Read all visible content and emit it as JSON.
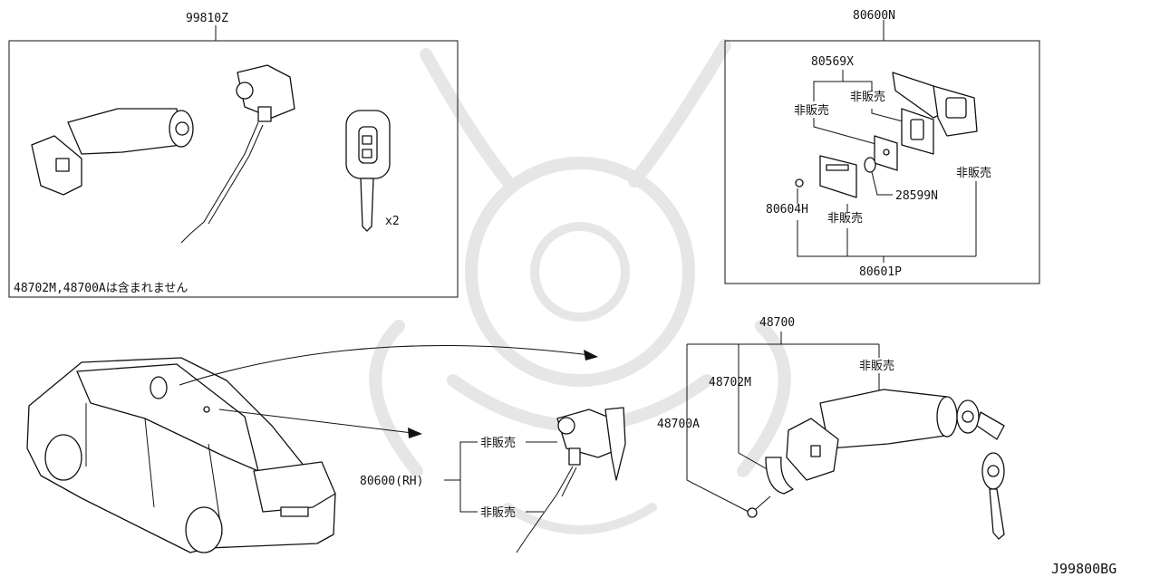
{
  "colors": {
    "ink": "#111111",
    "watermark": "#e6e6e6",
    "background": "#ffffff"
  },
  "labels": {
    "kit_99810": "99810Z",
    "kit_note": "48702M,48700Aは含まれません",
    "keys_qty": "x2",
    "keyset_80600n": "80600N",
    "part_80569x": "80569X",
    "part_28599n": "28599N",
    "part_80604h": "80604H",
    "part_80601p": "80601P",
    "not_for_sale": "非販売",
    "part_48700": "48700",
    "part_48702m": "48702M",
    "part_48700a": "48700A",
    "door_lock_rh": "80600(RH)",
    "diagram_code": "J99800BG"
  }
}
